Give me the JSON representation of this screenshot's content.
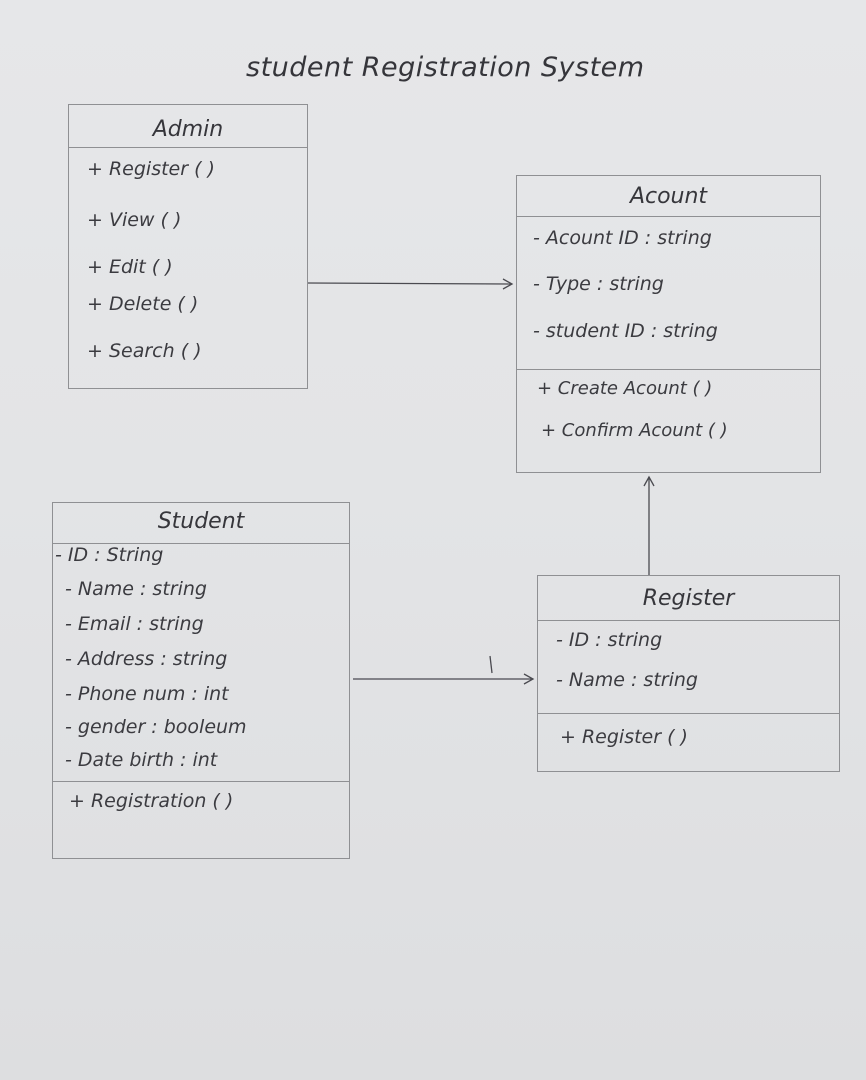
{
  "title": "student Registration System",
  "classes": {
    "admin": {
      "name": "Admin",
      "methods": [
        "+ Register ( )",
        "+ View ( )",
        "+ Edit ( )",
        "+ Delete ( )",
        "+ Search ( )"
      ]
    },
    "account": {
      "name": "Acount",
      "attributes": [
        "- Acount ID : string",
        "- Type : string",
        "- student ID : string"
      ],
      "methods": [
        "+ Create Acount ( )",
        "+ Confirm Acount ( )"
      ]
    },
    "student": {
      "name": "Student",
      "attributes": [
        "- ID : String",
        "- Name : string",
        "- Email : string",
        "- Address : string",
        "- Phone num : int",
        "- gender : booleum",
        "- Date birth : int"
      ],
      "methods": [
        "+ Registration ( )"
      ]
    },
    "register": {
      "name": "Register",
      "attributes": [
        "- ID : string",
        "- Name : string"
      ],
      "methods": [
        "+ Register ( )"
      ]
    }
  }
}
